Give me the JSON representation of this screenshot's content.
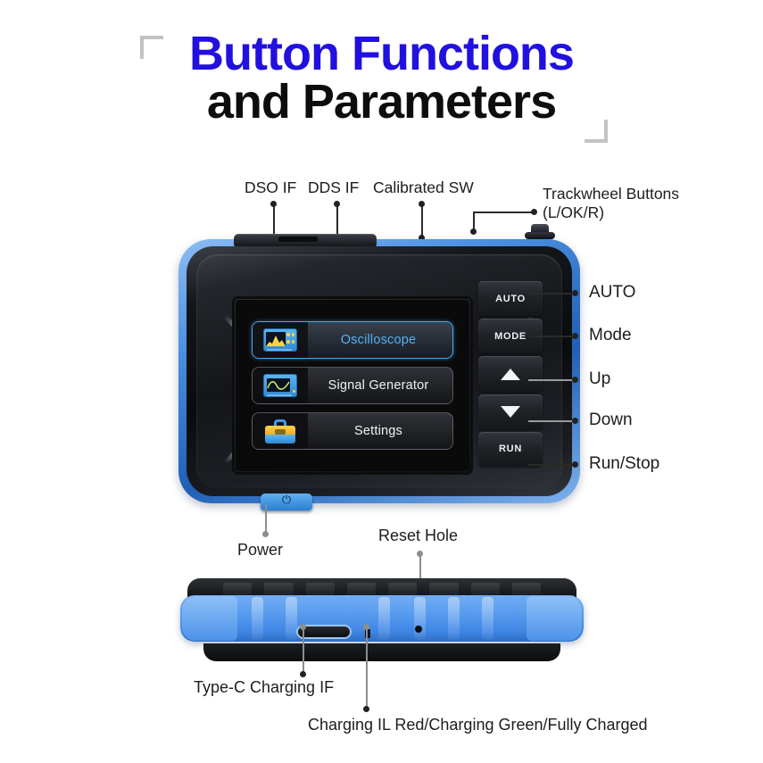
{
  "title": {
    "line1": "Button Functions",
    "line2": "and Parameters",
    "line1_color": "#2110de",
    "line2_color": "#0d0d0d",
    "bracket_color": "#c2c2c2"
  },
  "top_callouts": [
    {
      "label": "DSO IF"
    },
    {
      "label": "DDS IF"
    },
    {
      "label": "Calibrated SW"
    }
  ],
  "trackwheel_callout": {
    "line1": "Trackwheel Buttons",
    "line2": "(L/OK/R)"
  },
  "device": {
    "screen_menu": [
      {
        "label": "Oscilloscope",
        "icon": "oscilloscope-icon",
        "selected": true
      },
      {
        "label": "Signal Generator",
        "icon": "signal-generator-icon",
        "selected": false
      },
      {
        "label": "Settings",
        "icon": "toolbox-icon",
        "selected": false
      }
    ],
    "keys": [
      {
        "key_text": "AUTO",
        "icon": "",
        "callout": "AUTO"
      },
      {
        "key_text": "MODE",
        "icon": "",
        "callout": "Mode"
      },
      {
        "key_text": "",
        "icon": "triangle-up-icon",
        "callout": "Up"
      },
      {
        "key_text": "",
        "icon": "triangle-down-icon",
        "callout": "Down"
      },
      {
        "key_text": "RUN",
        "icon": "",
        "callout": "Run/Stop"
      }
    ],
    "power_label": "Power",
    "power_glyph": "⏻",
    "bumper_color": "#4a8fe0",
    "body_color": "#16181b",
    "edge_blue_color": "#5b9ef0",
    "selected_text_color": "#53b2f5"
  },
  "bottom_callouts": {
    "reset_hole": "Reset Hole",
    "type_c": "Type-C Charging IF",
    "charging_status": "Charging IL Red/Charging Green/Fully Charged"
  }
}
